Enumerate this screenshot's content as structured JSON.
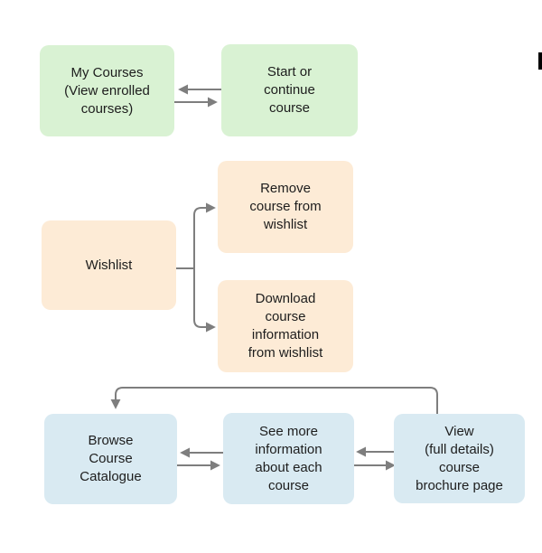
{
  "colors": {
    "node-green": "#d9f2d3",
    "node-peach": "#fdebd6",
    "node-blue": "#d9eaf2",
    "edge": "#7e7e7e",
    "text": "#1d1d1d",
    "black-mark": "#000000"
  },
  "diagram": {
    "nodes": {
      "my_courses": {
        "label": "My Courses\n(View enrolled\ncourses)",
        "color": "green"
      },
      "start_or_continue": {
        "label": "Start or\ncontinue\ncourse",
        "color": "green"
      },
      "wishlist": {
        "label": "Wishlist",
        "color": "peach"
      },
      "remove_from_wishlist": {
        "label": "Remove\ncourse from\nwishlist",
        "color": "peach"
      },
      "download_info": {
        "label": "Download\ncourse\ninformation\nfrom wishlist",
        "color": "peach"
      },
      "browse_catalogue": {
        "label": "Browse\nCourse\nCatalogue",
        "color": "blue"
      },
      "see_more_info": {
        "label": "See more\ninformation\nabout each\ncourse",
        "color": "blue"
      },
      "view_brochure": {
        "label": "View\n(full details)\ncourse\nbrochure page",
        "color": "blue"
      }
    },
    "edges": [
      {
        "from": "start_or_continue",
        "to": "my_courses",
        "style": "arrow"
      },
      {
        "from": "my_courses",
        "to": "start_or_continue",
        "style": "arrow"
      },
      {
        "from": "wishlist",
        "to": "remove_from_wishlist",
        "style": "arrow"
      },
      {
        "from": "wishlist",
        "to": "download_info",
        "style": "arrow"
      },
      {
        "from": "see_more_info",
        "to": "browse_catalogue",
        "style": "arrow"
      },
      {
        "from": "browse_catalogue",
        "to": "see_more_info",
        "style": "arrow"
      },
      {
        "from": "view_brochure",
        "to": "see_more_info",
        "style": "arrow"
      },
      {
        "from": "see_more_info",
        "to": "view_brochure",
        "style": "arrow"
      },
      {
        "from": "view_brochure",
        "to": "browse_catalogue",
        "style": "arrow"
      }
    ]
  }
}
